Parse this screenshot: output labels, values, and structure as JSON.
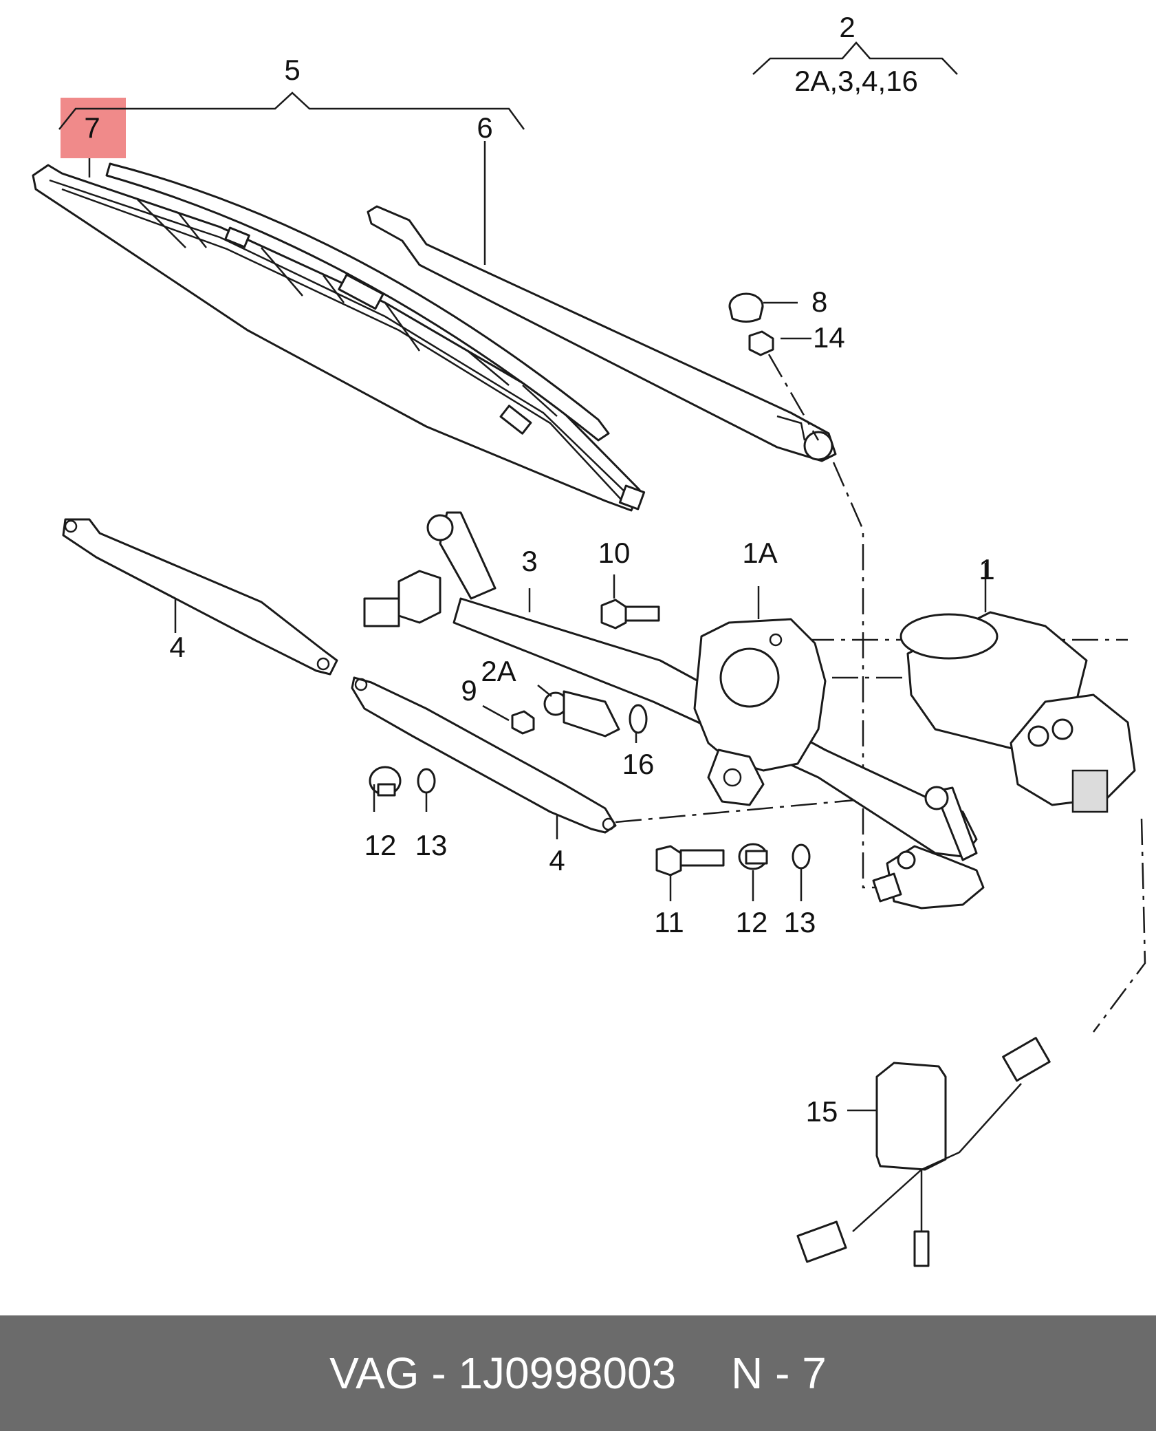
{
  "diagram": {
    "highlight_color": "#f08a8a",
    "callouts": {
      "c1": "1",
      "c1A": "1A",
      "c2": "2",
      "c2group": "2A,3,4,16",
      "c2A": "2A",
      "c3": "3",
      "c4a": "4",
      "c4b": "4",
      "c5": "5",
      "c6": "6",
      "c7": "7",
      "c8": "8",
      "c9": "9",
      "c10": "10",
      "c11": "11",
      "c12a": "12",
      "c12b": "12",
      "c13a": "13",
      "c13b": "13",
      "c14": "14",
      "c15": "15",
      "c16": "16"
    }
  },
  "footer": {
    "brand_part": "VAG - 1J0998003",
    "page_ref": "N - 7",
    "background": "#6b6b6b"
  }
}
